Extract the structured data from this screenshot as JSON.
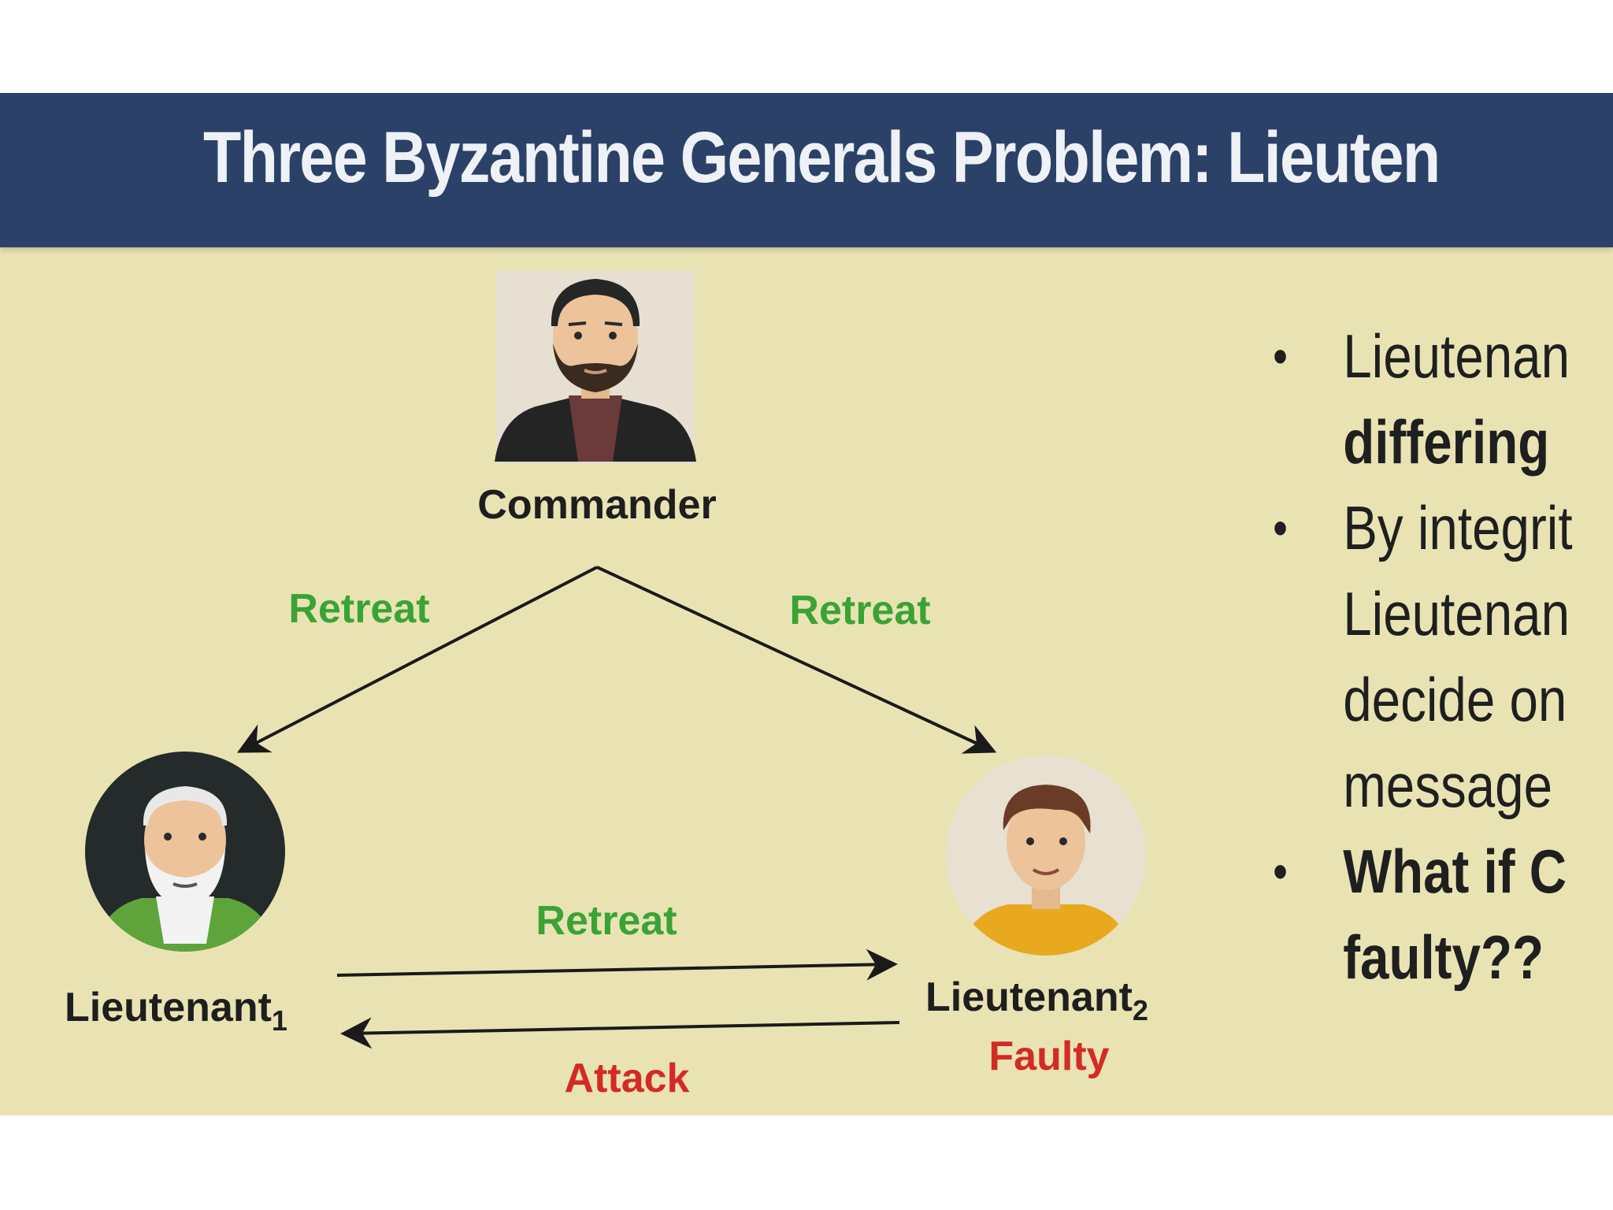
{
  "slide": {
    "title": "Three Byzantine Generals Problem: Lieuten",
    "colors": {
      "title_bar": "#2c4167",
      "background": "#e9e3b4",
      "green_message": "#3aa335",
      "red_message": "#d42a26"
    }
  },
  "diagram": {
    "commander": {
      "label": "Commander",
      "avatar": "bearded-man-avatar"
    },
    "lieutenant1": {
      "label": "Lieutenant",
      "subscript": "1",
      "avatar": "old-man-avatar"
    },
    "lieutenant2": {
      "label": "Lieutenant",
      "subscript": "2",
      "avatar": "young-man-avatar",
      "status": "Faulty"
    },
    "messages": {
      "commander_to_l1": "Retreat",
      "commander_to_l2": "Retreat",
      "l1_to_l2": "Retreat",
      "l2_to_l1": "Attack"
    }
  },
  "bullets": [
    {
      "lines": [
        {
          "text": "Lieutenan",
          "bold": false
        },
        {
          "text": "differing",
          "bold": true
        }
      ]
    },
    {
      "lines": [
        {
          "text": "By integrit",
          "bold": false
        },
        {
          "text": "Lieutenan",
          "bold": false
        },
        {
          "text": "decide on",
          "bold": false
        },
        {
          "text": "message",
          "bold": false
        }
      ]
    },
    {
      "lines": [
        {
          "text": "What if C",
          "bold": true
        },
        {
          "text": "faulty??",
          "bold": true
        }
      ]
    }
  ]
}
